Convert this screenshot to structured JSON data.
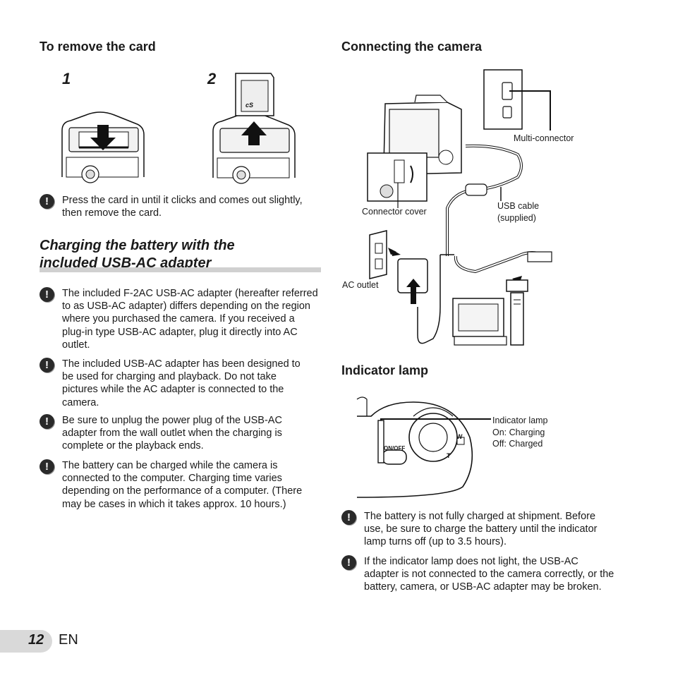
{
  "left": {
    "remove_card_heading": "To remove the card",
    "steps": [
      "1",
      "2"
    ],
    "remove_note": "Press the card in until it clicks and comes out slightly, then remove the card.",
    "charging_heading_line1": "Charging the battery with the",
    "charging_heading_line2": "included USB-AC adapter",
    "notes": [
      "The included F-2AC USB-AC adapter (hereafter referred to as USB-AC adapter) differs depending on the region where you purchased the camera. If you received a plug-in type USB-AC adapter, plug it directly into AC outlet.",
      "The included USB-AC adapter has been designed to be used for charging and playback. Do not take pictures while the AC adapter is connected to the camera.",
      "Be sure to unplug the power plug of the USB-AC adapter from the wall outlet when the charging is complete or the playback ends.",
      "The battery can be charged while the camera is connected to the computer. Charging time varies depending on the performance of a computer. (There may be cases in which it takes approx. 10 hours.)"
    ]
  },
  "right": {
    "connecting_heading": "Connecting the camera",
    "labels": {
      "multi_connector": "Multi-connector",
      "connector_cover": "Connector cover",
      "usb_cable_line1": "USB cable",
      "usb_cable_line2": "(supplied)",
      "ac_outlet": "AC outlet"
    },
    "indicator_heading": "Indicator lamp",
    "indicator_labels": {
      "title": "Indicator lamp",
      "on": "On: Charging",
      "off": "Off: Charged",
      "on_off_button": "ON/OFF",
      "w": "W",
      "t": "T"
    },
    "notes": [
      "The battery is not fully charged at shipment. Before use, be sure to charge the battery until the indicator lamp turns off (up to 3.5 hours).",
      "If the indicator lamp does not light, the USB-AC adapter is not connected to the camera correctly, or the battery, camera, or USB-AC adapter may be broken."
    ]
  },
  "footer": {
    "page_number": "12",
    "lang": "EN"
  },
  "colors": {
    "text": "#1a1a1a",
    "rule": "#c8c8c8",
    "page_tab": "#d9d9d9"
  },
  "icons": {
    "caution": "exclamation-caution-icon"
  }
}
